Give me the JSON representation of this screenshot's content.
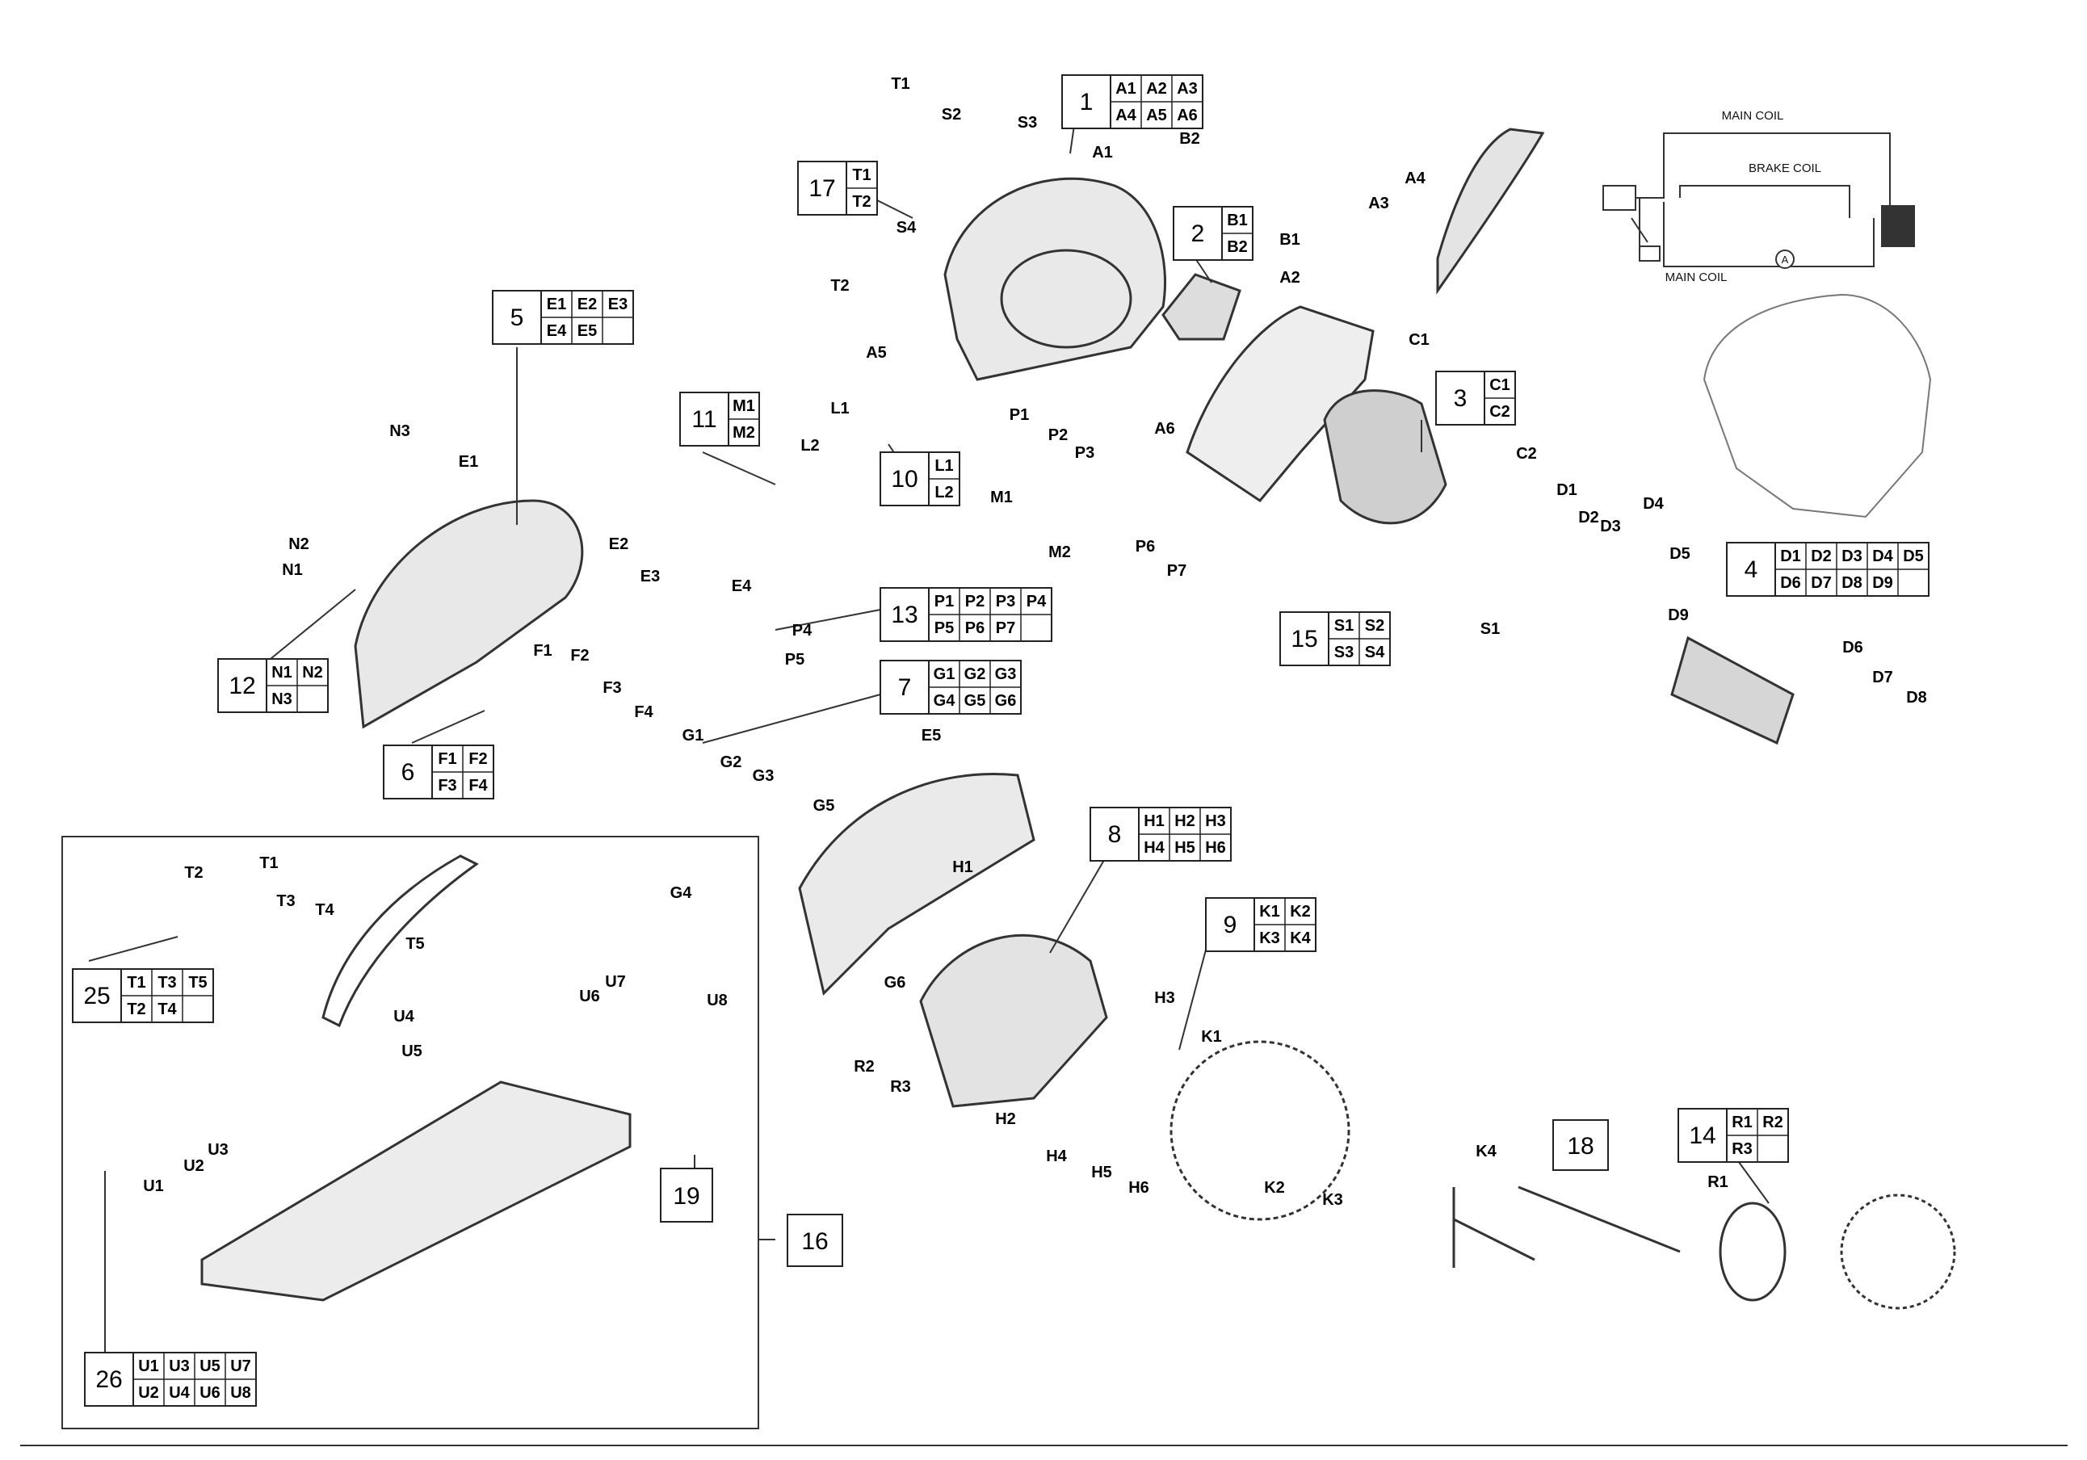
{
  "schematic": {
    "main_coil_top": "MAIN COIL",
    "brake_coil": "BRAKE COIL",
    "main_coil_bottom": "MAIN COIL",
    "ammeter": "A"
  },
  "group_boxes": [
    {
      "num": "1",
      "rows": [
        [
          "A1",
          "A2",
          "A3"
        ],
        [
          "A4",
          "A5",
          "A6"
        ]
      ]
    },
    {
      "num": "17",
      "rows": [
        [
          "T1"
        ],
        [
          "T2"
        ]
      ]
    },
    {
      "num": "2",
      "rows": [
        [
          "B1"
        ],
        [
          "B2"
        ]
      ]
    },
    {
      "num": "5",
      "rows": [
        [
          "E1",
          "E2",
          "E3"
        ],
        [
          "E4",
          "E5",
          ""
        ]
      ]
    },
    {
      "num": "11",
      "rows": [
        [
          "M1"
        ],
        [
          "M2"
        ]
      ]
    },
    {
      "num": "10",
      "rows": [
        [
          "L1"
        ],
        [
          "L2"
        ]
      ]
    },
    {
      "num": "3",
      "rows": [
        [
          "C1"
        ],
        [
          "C2"
        ]
      ]
    },
    {
      "num": "13",
      "rows": [
        [
          "P1",
          "P2",
          "P3",
          "P4"
        ],
        [
          "P5",
          "P6",
          "P7",
          ""
        ]
      ]
    },
    {
      "num": "15",
      "rows": [
        [
          "S1",
          "S2"
        ],
        [
          "S3",
          "S4"
        ]
      ]
    },
    {
      "num": "4",
      "rows": [
        [
          "D1",
          "D2",
          "D3",
          "D4",
          "D5"
        ],
        [
          "D6",
          "D7",
          "D8",
          "D9",
          ""
        ]
      ]
    },
    {
      "num": "12",
      "rows": [
        [
          "N1",
          "N2"
        ],
        [
          "N3",
          ""
        ]
      ]
    },
    {
      "num": "7",
      "rows": [
        [
          "G1",
          "G2",
          "G3"
        ],
        [
          "G4",
          "G5",
          "G6"
        ]
      ]
    },
    {
      "num": "6",
      "rows": [
        [
          "F1",
          "F2"
        ],
        [
          "F3",
          "F4"
        ]
      ]
    },
    {
      "num": "8",
      "rows": [
        [
          "H1",
          "H2",
          "H3"
        ],
        [
          "H4",
          "H5",
          "H6"
        ]
      ]
    },
    {
      "num": "9",
      "rows": [
        [
          "K1",
          "K2"
        ],
        [
          "K3",
          "K4"
        ]
      ]
    },
    {
      "num": "25",
      "rows": [
        [
          "T1",
          "T3",
          "T5"
        ],
        [
          "T2",
          "T4",
          ""
        ]
      ]
    },
    {
      "num": "14",
      "rows": [
        [
          "R1",
          "R2"
        ],
        [
          "R3",
          ""
        ]
      ]
    },
    {
      "num": "26",
      "rows": [
        [
          "U1",
          "U3",
          "U5",
          "U7"
        ],
        [
          "U2",
          "U4",
          "U6",
          "U8"
        ]
      ]
    }
  ],
  "single_boxes": [
    "18",
    "19",
    "16"
  ],
  "callouts": [
    "T1",
    "S2",
    "S3",
    "A1",
    "B2",
    "S4",
    "T2",
    "A5",
    "L1",
    "L2",
    "P1",
    "P2",
    "P3",
    "A6",
    "B1",
    "A2",
    "A3",
    "A4",
    "M1",
    "M2",
    "P6",
    "P7",
    "C1",
    "C2",
    "D1",
    "D2",
    "D3",
    "D4",
    "D5",
    "D9",
    "D6",
    "D7",
    "D8",
    "S1",
    "N3",
    "E1",
    "N2",
    "N1",
    "E2",
    "E3",
    "E4",
    "P4",
    "P5",
    "F1",
    "F2",
    "F3",
    "F4",
    "G1",
    "G2",
    "G3",
    "G5",
    "G4",
    "E5",
    "H1",
    "G6",
    "R2",
    "R3",
    "H2",
    "H3",
    "K1",
    "H4",
    "H5",
    "H6",
    "K2",
    "K3",
    "T1",
    "T2",
    "T3",
    "T4",
    "T5",
    "U4",
    "U5",
    "U6",
    "U7",
    "U8",
    "U1",
    "U2",
    "U3",
    "K4",
    "R1"
  ]
}
